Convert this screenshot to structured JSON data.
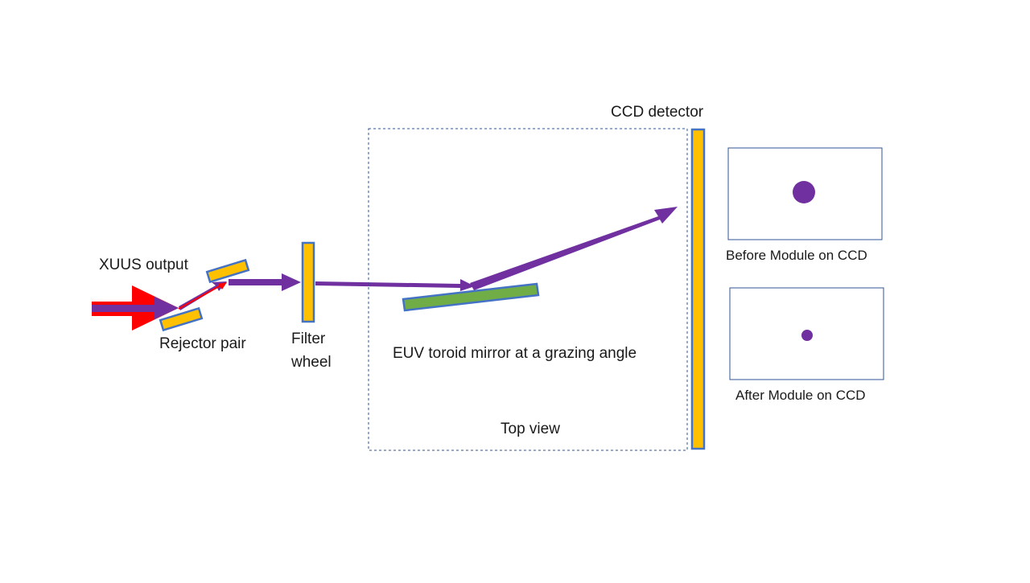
{
  "labels": {
    "source": "XUUS output",
    "rejector": "Rejector pair",
    "filter_line1": "Filter",
    "filter_line2": "wheel",
    "mirror": "EUV toroid mirror at a grazing angle",
    "view": "Top view",
    "detector": "CCD detector",
    "before": "Before Module on CCD",
    "after": "After Module on CCD"
  },
  "colors": {
    "beam_euv": "#7030a0",
    "beam_ir": "#ff0000",
    "optic_fill": "#ffc000",
    "optic_stroke": "#4472c4",
    "mirror_fill": "#70ad47",
    "frame": "#2f5597",
    "spot": "#7030a0"
  },
  "icons": {
    "rejector_top": "rejector-mirror-icon",
    "rejector_bottom": "rejector-mirror-icon",
    "filter": "filter-wheel-icon",
    "mirror": "toroid-mirror-icon",
    "detector": "ccd-detector-icon"
  }
}
